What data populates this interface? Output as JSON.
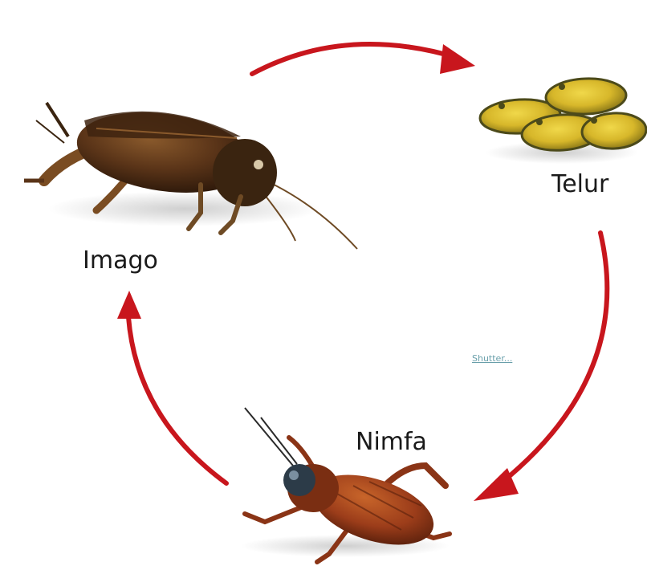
{
  "stages": {
    "egg": {
      "label": "Telur",
      "icon": "egg-cluster-icon"
    },
    "adult": {
      "label": "Imago",
      "icon": "adult-cricket-icon"
    },
    "nymph": {
      "label": "Nimfa",
      "icon": "nymph-cricket-icon"
    }
  },
  "faint_caption": "Shutter...",
  "colors": {
    "arrow": "#c8161d",
    "egg_fill": "#d7b72a",
    "egg_outline": "#4c4a1a",
    "adult_body": "#5a3418",
    "nymph_body": "#9c3d1a",
    "label_text": "#1a1a1a"
  }
}
